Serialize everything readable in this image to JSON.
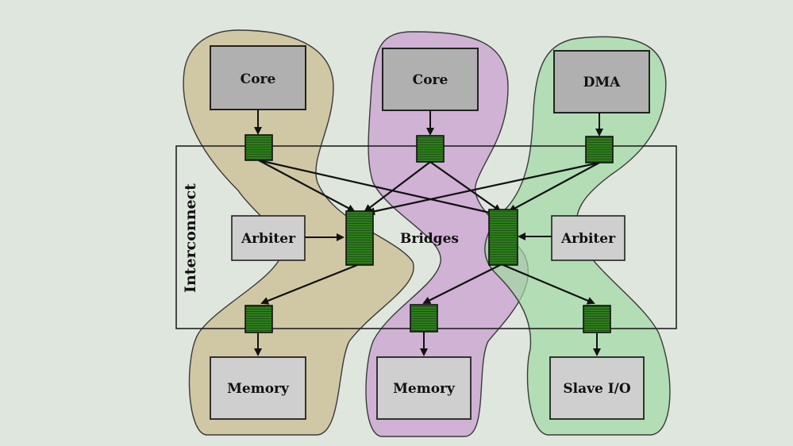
{
  "diagram": {
    "interconnect_label": "Interconnect",
    "bridges_label": "Bridges",
    "colors": {
      "background": "#dfe6de",
      "region_core_left": "#c9b88a",
      "region_core_mid": "#c79bd0",
      "region_dma": "#9fd8a3",
      "component_fill": "#b9b9b9",
      "component_fill_light": "#cfcfcf",
      "port_fill": "#2f7d1e",
      "arrow": "#111111"
    },
    "masters": [
      {
        "id": "core1",
        "label": "Core"
      },
      {
        "id": "core2",
        "label": "Core"
      },
      {
        "id": "dma",
        "label": "DMA"
      }
    ],
    "arbiters": [
      {
        "id": "arb-left",
        "label": "Arbiter"
      },
      {
        "id": "arb-right",
        "label": "Arbiter"
      }
    ],
    "slaves": [
      {
        "id": "mem1",
        "label": "Memory"
      },
      {
        "id": "mem2",
        "label": "Memory"
      },
      {
        "id": "slave-io",
        "label": "Slave I/O"
      }
    ]
  }
}
